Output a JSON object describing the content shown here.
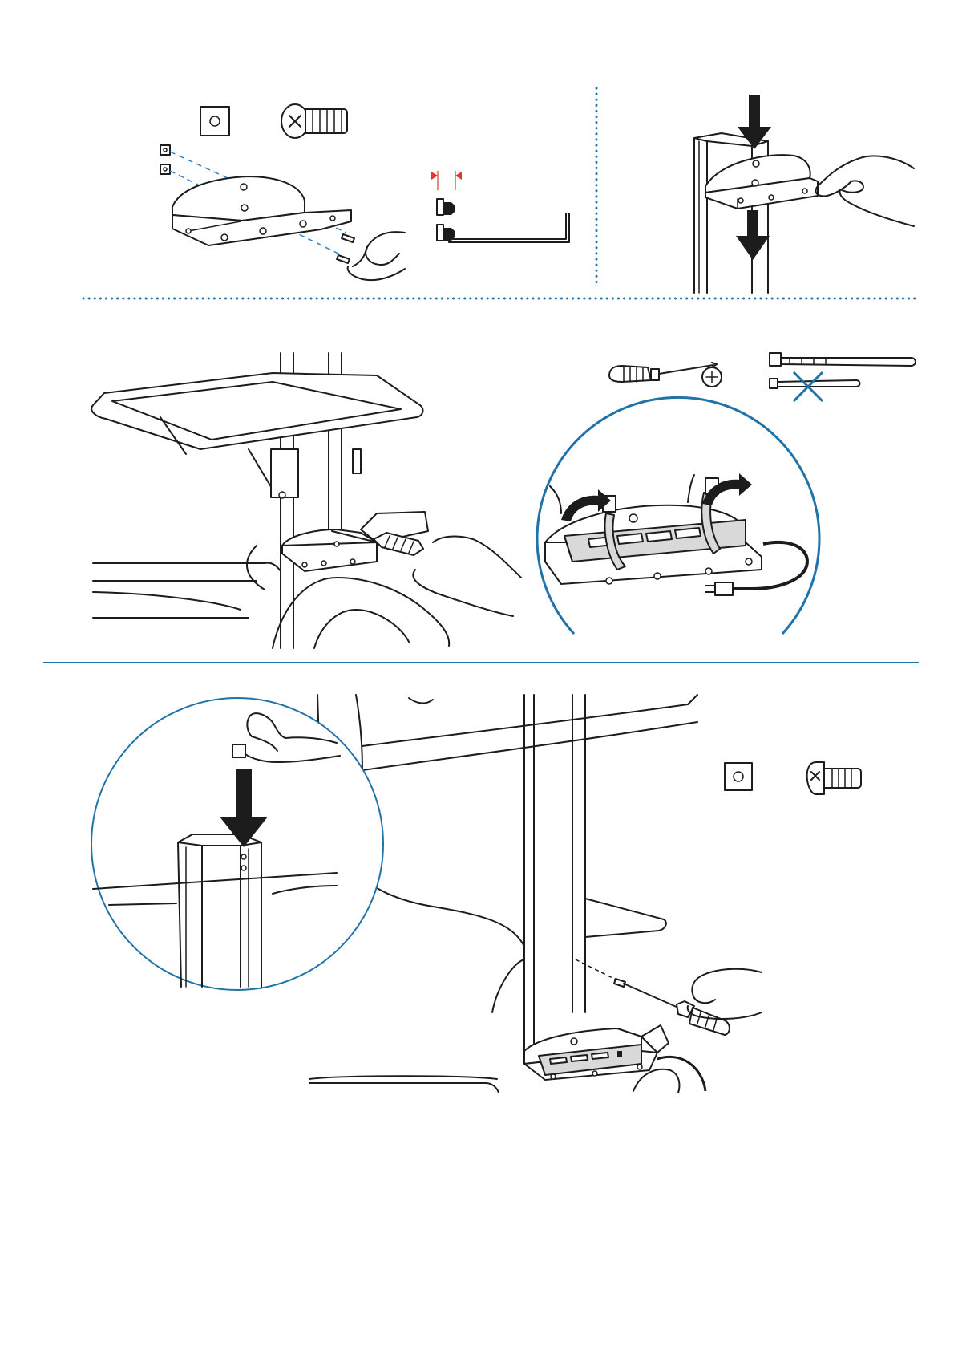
{
  "colors": {
    "line": "#1c1c1c",
    "accent_blue": "#1f73a8",
    "dashed_blue": "#2f86c2",
    "dimension_red": "#e0392b",
    "cross_blue": "#1f73a8",
    "fill_grey": "#d9d9d9"
  },
  "steps": [
    {
      "id": "assemble-bracket",
      "parts": [
        "square-nut",
        "flat-head-screw"
      ],
      "tools": [
        "hex-key"
      ]
    },
    {
      "id": "slide-bracket-onto-column",
      "direction": "down"
    },
    {
      "id": "mount-power-strip-with-cable-ties",
      "tools": [
        "phillips-screwdriver"
      ],
      "parts": [
        "long-cable-tie"
      ],
      "not_used": [
        "short-cable-tie"
      ]
    },
    {
      "id": "insert-nut-and-secure-to-column",
      "parts": [
        "square-nut",
        "pan-head-screw"
      ],
      "tools": [
        "phillips-screwdriver"
      ],
      "direction": "down"
    }
  ],
  "icons": [
    "square-nut-icon",
    "flat-screw-icon",
    "hex-key-icon",
    "screwdriver-icon",
    "phillips-symbol-icon",
    "cable-tie-icon",
    "short-cable-tie-icon",
    "no-use-cross-icon",
    "pan-screw-icon",
    "down-arrow-icon",
    "curved-arrow-icon",
    "hand-icon",
    "power-strip-icon"
  ]
}
